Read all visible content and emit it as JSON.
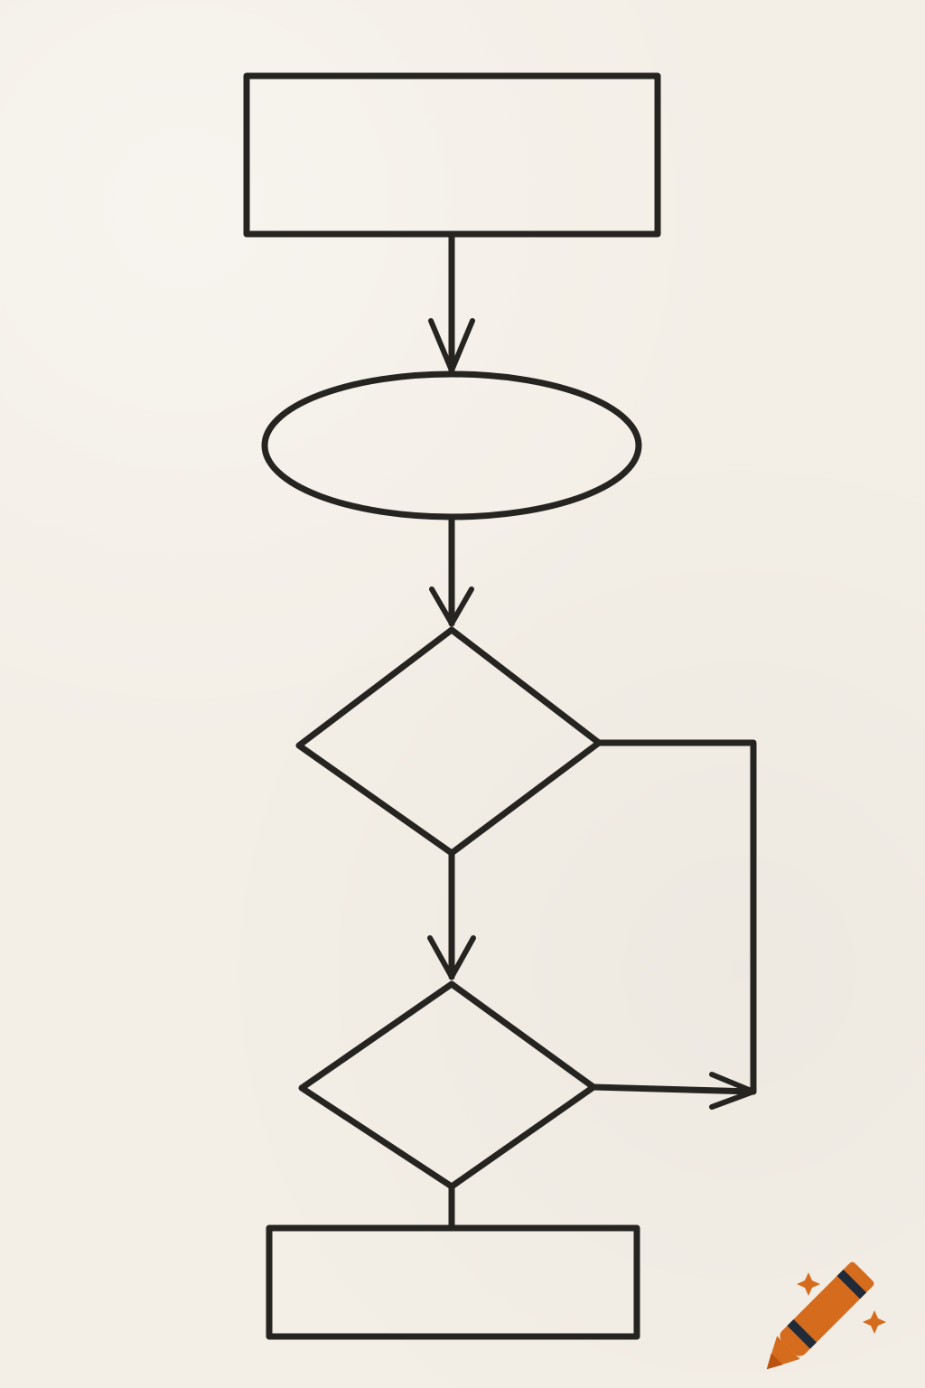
{
  "diagram": {
    "nodes": [
      {
        "id": "node-1",
        "shape": "rectangle",
        "label": ""
      },
      {
        "id": "node-2",
        "shape": "ellipse",
        "label": ""
      },
      {
        "id": "node-3",
        "shape": "diamond",
        "label": ""
      },
      {
        "id": "node-4",
        "shape": "diamond",
        "label": ""
      },
      {
        "id": "node-5",
        "shape": "rectangle",
        "label": ""
      }
    ],
    "edges": [
      {
        "from": "node-1",
        "to": "node-2",
        "arrow": true
      },
      {
        "from": "node-2",
        "to": "node-3",
        "arrow": true
      },
      {
        "from": "node-3",
        "to": "node-4",
        "arrow": true
      },
      {
        "from": "node-3",
        "to": "node-4-right-branch",
        "arrow": true
      },
      {
        "from": "node-4",
        "to": "node-5",
        "arrow": false
      }
    ]
  },
  "style": {
    "ink": "#262421",
    "paper": "#f3eee6",
    "logo_body": "#d56b1c",
    "logo_tip": "#b9530f",
    "logo_band": "#1f2b39"
  },
  "icons": {
    "logo": "crayon-logo-icon"
  }
}
